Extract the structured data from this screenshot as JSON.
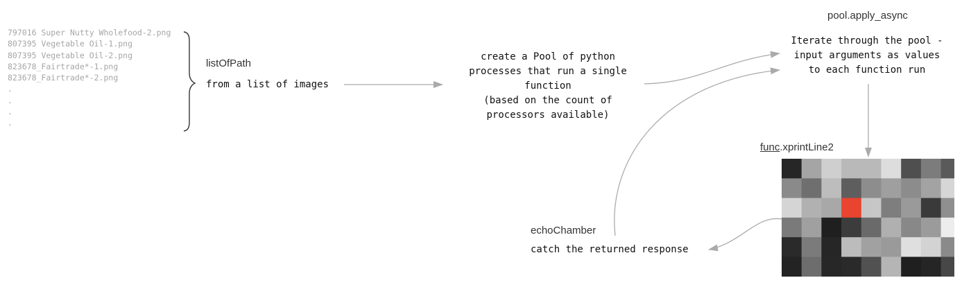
{
  "files": [
    "797016 Super Nutty Wholefood-2.png",
    "807395 Vegetable Oil-1.png",
    "807395 Vegetable Oil-2.png",
    "823678_Fairtrade*-1.png",
    "823678_Fairtrade*-2.png",
    ".",
    ".",
    ".",
    "."
  ],
  "list_of_path": {
    "title": "listOfPath",
    "text": "from a list of images"
  },
  "pool": {
    "lines": [
      "create a Pool of python",
      "processes that run a single",
      "function",
      "(based on the count of",
      "processors available)"
    ]
  },
  "apply_async": {
    "title": "pool.apply_async",
    "lines": [
      "Iterate through the pool -",
      "input arguments as values",
      "to each function run"
    ]
  },
  "func": {
    "prefix": "func",
    "name": ".xprintLine2"
  },
  "echo": {
    "title": "echoChamber",
    "text": "catch the returned response"
  },
  "colors": {
    "text": "#111111",
    "muted": "#a6a6a6",
    "arrow": "#aaaaaa",
    "highlight": "#e8442f"
  },
  "grid_cells": [
    [
      "#262626",
      "#a5a5a5",
      "#cfcfcf",
      "#b9b9b9",
      "#b9b9b9",
      "#dddddd",
      "#4f4f4f",
      "#7c7c7c",
      "#5a5a5a"
    ],
    [
      "#8a8a8a",
      "#6f6f6f",
      "#bdbdbd",
      "#5e5e5e",
      "#8d8d8d",
      "#9f9f9f",
      "#8c8c8c",
      "#a3a3a3",
      "#d6d6d6"
    ],
    [
      "#d5d5d5",
      "#b1b1b1",
      "#a8a8a8",
      "#e8442f",
      "#c6c6c6",
      "#7e7e7e",
      "#9a9a9a",
      "#3a3a3a",
      "#8f8f8f"
    ],
    [
      "#7a7a7a",
      "#a0a0a0",
      "#1f1f1f",
      "#3c3c3c",
      "#6a6a6a",
      "#b0b0b0",
      "#888888",
      "#9b9b9b",
      "#ededed"
    ],
    [
      "#2a2a2a",
      "#7b7b7b",
      "#262626",
      "#bcbcbc",
      "#a1a1a1",
      "#9a9a9a",
      "#dfdfdf",
      "#d3d3d3",
      "#8a8a8a"
    ],
    [
      "#232323",
      "#6d6d6d",
      "#272727",
      "#2a2a2a",
      "#515151",
      "#b5b5b5",
      "#1f1f1f",
      "#252525",
      "#474747"
    ]
  ]
}
